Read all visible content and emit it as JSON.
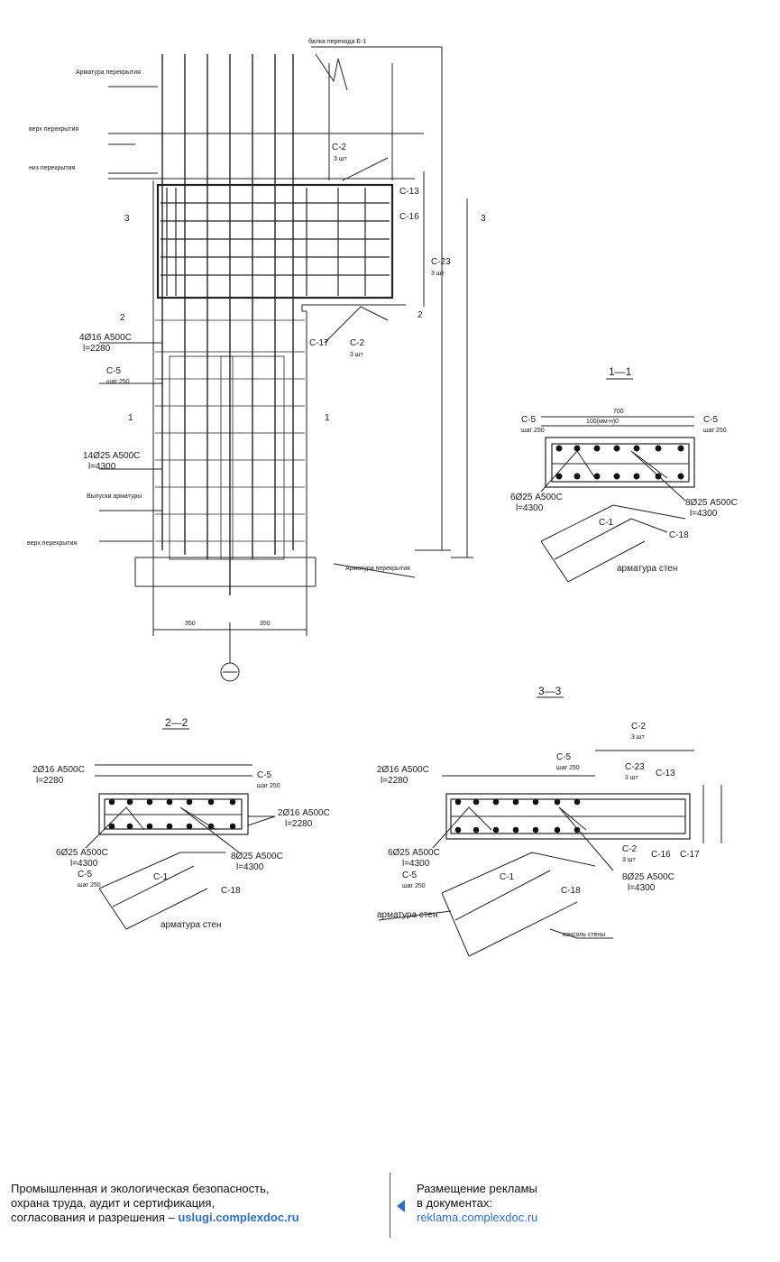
{
  "elevation": {
    "beam_label": "балка перехода Б-1",
    "slab_rebar_top": "Арматура перекрытия",
    "slab_top_1": "верх перекрытия",
    "slab_bottom": "низ перекрытия",
    "c2": "С-2",
    "qty3": "3 шт",
    "c13": "С-13",
    "c16": "С-16",
    "c23": "С-23",
    "c17": "С-17",
    "c5": "С-5",
    "step250": "шаг 250",
    "rebar16": "4Ø16 А500С",
    "l2280": "l=2280",
    "rebar25": "14Ø25 А500С",
    "l4300": "l=4300",
    "outlets": "Выпуски арматуры",
    "slab_top_2": "верх перекрытия",
    "slab_rebar_bottom": "Арматура перекрытия",
    "sec3": "3",
    "sec2": "2",
    "sec1": "1",
    "d350a": "350",
    "d350b": "350"
  },
  "section11": {
    "title": "1—1",
    "c5l": "С-5",
    "step_l": "шаг 250",
    "c5r": "С-5",
    "step_r": "шаг 250",
    "dim_total": "700",
    "dim_inner": "100(мм-н)0",
    "bars_left": "6Ø25 А500С",
    "l_left": "l=4300",
    "bars_right": "8Ø25 А500С",
    "l_right": "l=4300",
    "c1": "С-1",
    "c18": "С-18",
    "wall": "арматура стен"
  },
  "section22": {
    "title": "2—2",
    "top_bars": "2Ø16 А500С",
    "l_top": "l=2280",
    "c5": "С-5",
    "step": "шаг 250",
    "right_bars": "2Ø16 А500С",
    "l_right": "l=2280",
    "bars_a": "6Ø25 А500С",
    "l_a": "l=4300",
    "bars_b": "8Ø25 А500С",
    "l_b": "l=4300",
    "c5b": "С-5",
    "step_b": "шаг 250",
    "c1": "С-1",
    "c18": "С-18",
    "wall": "арматура стен"
  },
  "section33": {
    "title": "3—3",
    "c2": "С-2",
    "qty": "3 шт",
    "top_bars": "2Ø16 А500С",
    "l_top": "l=2280",
    "c5": "С-5",
    "step": "шаг 250",
    "c23": "С-23",
    "qty23": "3 шт",
    "c13": "С-13",
    "bars_a": "6Ø25 А500С",
    "l_a": "l=4300",
    "c2b": "С-2",
    "qty2b": "3 шт",
    "c16": "С-16",
    "c17": "С-17",
    "c5b": "С-5",
    "step_b": "шаг 250",
    "c1": "С-1",
    "c18": "С-18",
    "bars_b": "8Ø25 А500С",
    "l_b": "l=4300",
    "wall": "арматура стен",
    "console": "консоль стены"
  },
  "footer": {
    "left_line1": "Промышленная и экологическая безопасность,",
    "left_line2": "охрана труда, аудит и сертификация,",
    "left_line3": "согласования и разрешения – ",
    "left_link": "uslugi.complexdoc.ru",
    "right_line1": "Размещение рекламы",
    "right_line2": "в документах:",
    "right_link": "reklama.complexdoc.ru"
  }
}
